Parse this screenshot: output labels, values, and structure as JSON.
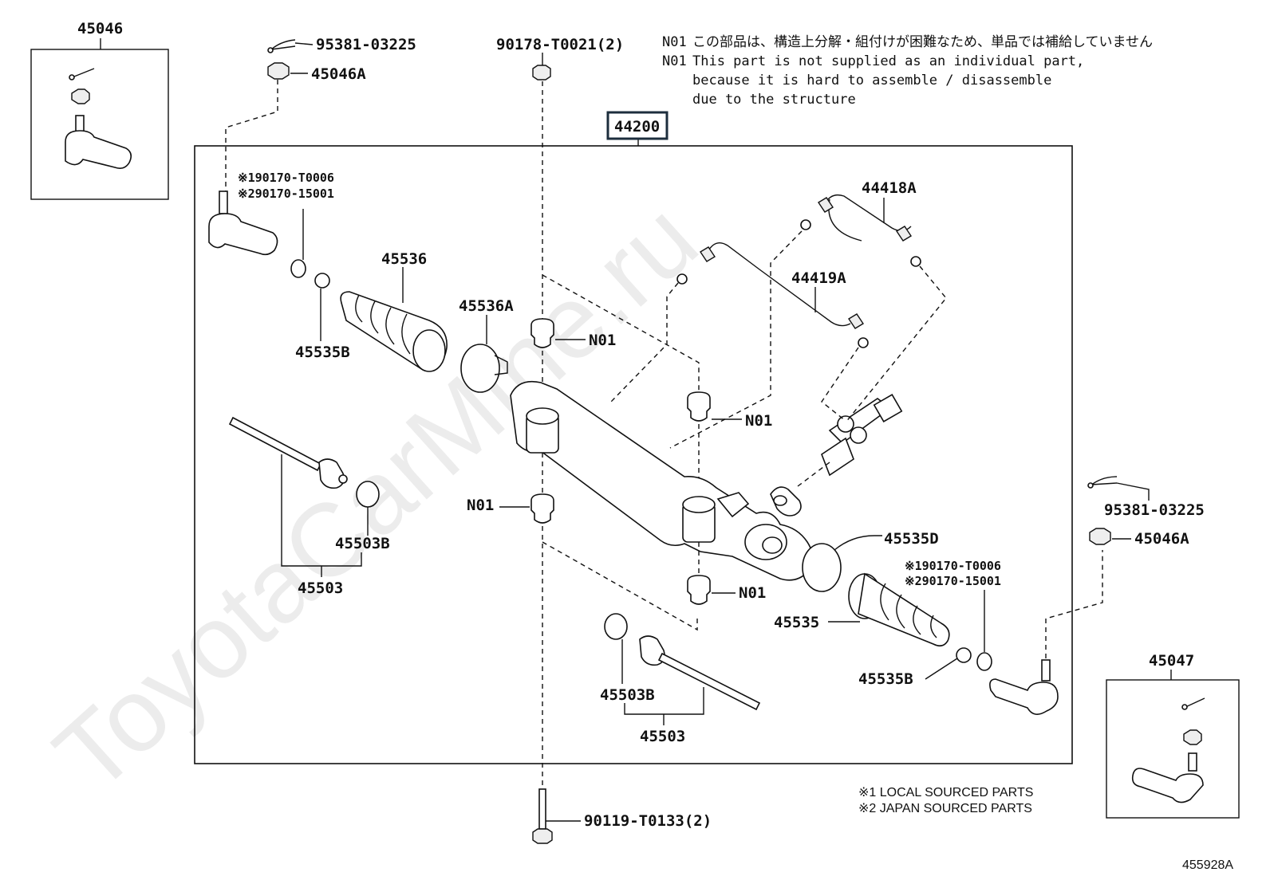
{
  "diagram_id": "455928A",
  "watermark": "ToyotaCarMine.ru",
  "assembly": {
    "code": "44200"
  },
  "notes": {
    "n01_jp_tag": "N01",
    "n01_jp": "この部品は、構造上分解・組付けが困難なため、単品では補給していません",
    "n01_en_tag": "N01",
    "n01_en_line1": "This part is not supplied as an individual part,",
    "n01_en_line2": "because it is hard to assemble / disassemble",
    "n01_en_line3": "due to the structure"
  },
  "legend": {
    "local": "※1 LOCAL SOURCED PARTS",
    "japan": "※2 JAPAN SOURCED PARTS"
  },
  "parts": {
    "p45046": "45046",
    "p45047": "45047",
    "cotter_left": "95381-03225",
    "nut_left": "45046A",
    "cotter_right": "95381-03225",
    "nut_right": "45046A",
    "bolt_top": "90178-T0021(2)",
    "bolt_bottom": "90119-T0133(2)",
    "alt_left_1": "※190170-T0006",
    "alt_left_2": "※290170-15001",
    "alt_right_1": "※190170-T0006",
    "alt_right_2": "※290170-15001",
    "boot_left": "45536",
    "clamp_left": "45536A",
    "clip_left": "45535B",
    "tube_a": "44418A",
    "tube_b": "44419A",
    "n01_a": "N01",
    "n01_b": "N01",
    "n01_c": "N01",
    "n01_d": "N01",
    "rod_left": "45503",
    "washer_left": "45503B",
    "clamp_right": "45535D",
    "boot_right": "45535",
    "clip_right": "45535B",
    "washer_right": "45503B",
    "rod_right": "45503"
  }
}
